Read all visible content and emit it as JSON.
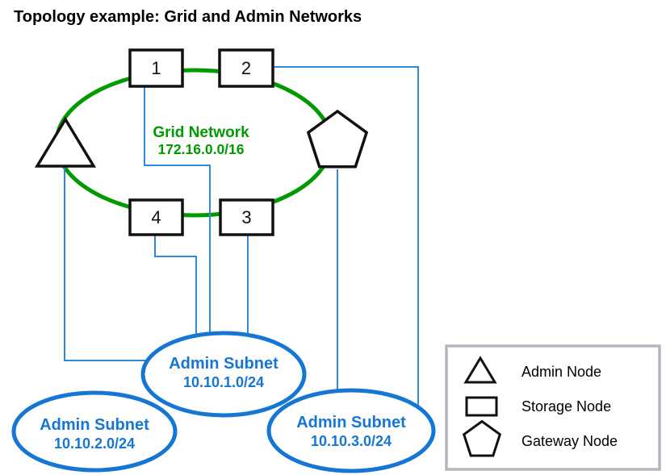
{
  "title": "Topology example: Grid and Admin Networks",
  "grid_network": {
    "label": "Grid Network",
    "cidr": "172.16.0.0/16"
  },
  "storage_nodes": [
    "1",
    "2",
    "3",
    "4"
  ],
  "admin_subnets": [
    {
      "label": "Admin Subnet",
      "cidr": "10.10.1.0/24"
    },
    {
      "label": "Admin Subnet",
      "cidr": "10.10.2.0/24"
    },
    {
      "label": "Admin Subnet",
      "cidr": "10.10.3.0/24"
    }
  ],
  "legend": {
    "items": [
      {
        "icon": "triangle-icon",
        "label": "Admin Node"
      },
      {
        "icon": "square-icon",
        "label": "Storage Node"
      },
      {
        "icon": "pentagon-icon",
        "label": "Gateway Node"
      }
    ]
  },
  "colors": {
    "grid_green": "#009b00",
    "admin_blue": "#1576d3",
    "connector_blue": "#2e8ade",
    "shape_black": "#111111",
    "legend_border_gray": "#b5b5bf"
  }
}
